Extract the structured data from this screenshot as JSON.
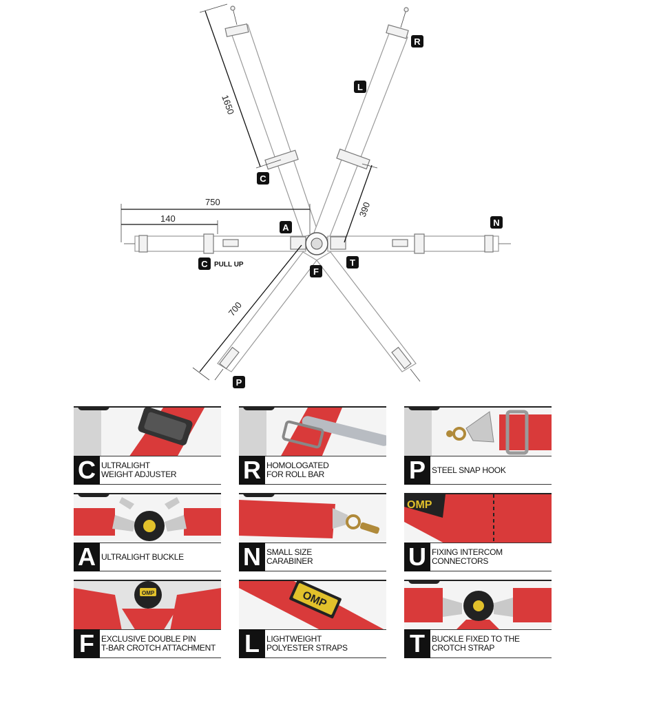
{
  "colors": {
    "strap_red": "#d93a3a",
    "badge": "#111111",
    "photo_bg": "#f4f4f4"
  },
  "diagram": {
    "badges": {
      "R": "R",
      "L": "L",
      "C": "C",
      "N": "N",
      "A": "A",
      "T": "T",
      "F": "F",
      "C2": "C",
      "P": "P"
    },
    "pull_up": "PULL UP",
    "dimensions": {
      "d1650": "1650",
      "d750": "750",
      "d140": "140",
      "d390": "390",
      "d700": "700"
    }
  },
  "cards": [
    {
      "letter": "C",
      "line1": "ULTRALIGHT",
      "line2": "WEIGHT ADJUSTER",
      "icon": "weight-adjuster-photo"
    },
    {
      "letter": "R",
      "line1": "HOMOLOGATED",
      "line2": "FOR ROLL BAR",
      "icon": "roll-bar-photo"
    },
    {
      "letter": "P",
      "line1": "STEEL SNAP HOOK",
      "line2": "",
      "icon": "snap-hook-photo"
    },
    {
      "letter": "A",
      "line1": "ULTRALIGHT BUCKLE",
      "line2": "",
      "icon": "buckle-photo"
    },
    {
      "letter": "N",
      "line1": "SMALL SIZE",
      "line2": "CARABINER",
      "icon": "carabiner-photo"
    },
    {
      "letter": "U",
      "line1": "FIXING INTERCOM",
      "line2": "CONNECTORS",
      "icon": "intercom-photo",
      "logo_text": "OMP"
    },
    {
      "letter": "F",
      "line1": "EXCLUSIVE DOUBLE PIN",
      "line2": "T-BAR CROTCH ATTACHMENT",
      "icon": "t-bar-photo",
      "logo_text": "OMP"
    },
    {
      "letter": "L",
      "line1": "LIGHTWEIGHT",
      "line2": "POLYESTER STRAPS",
      "icon": "strap-photo",
      "logo_text": "OMP"
    },
    {
      "letter": "T",
      "line1": "BUCKLE FIXED TO THE",
      "line2": "CROTCH STRAP",
      "icon": "crotch-buckle-photo"
    }
  ]
}
